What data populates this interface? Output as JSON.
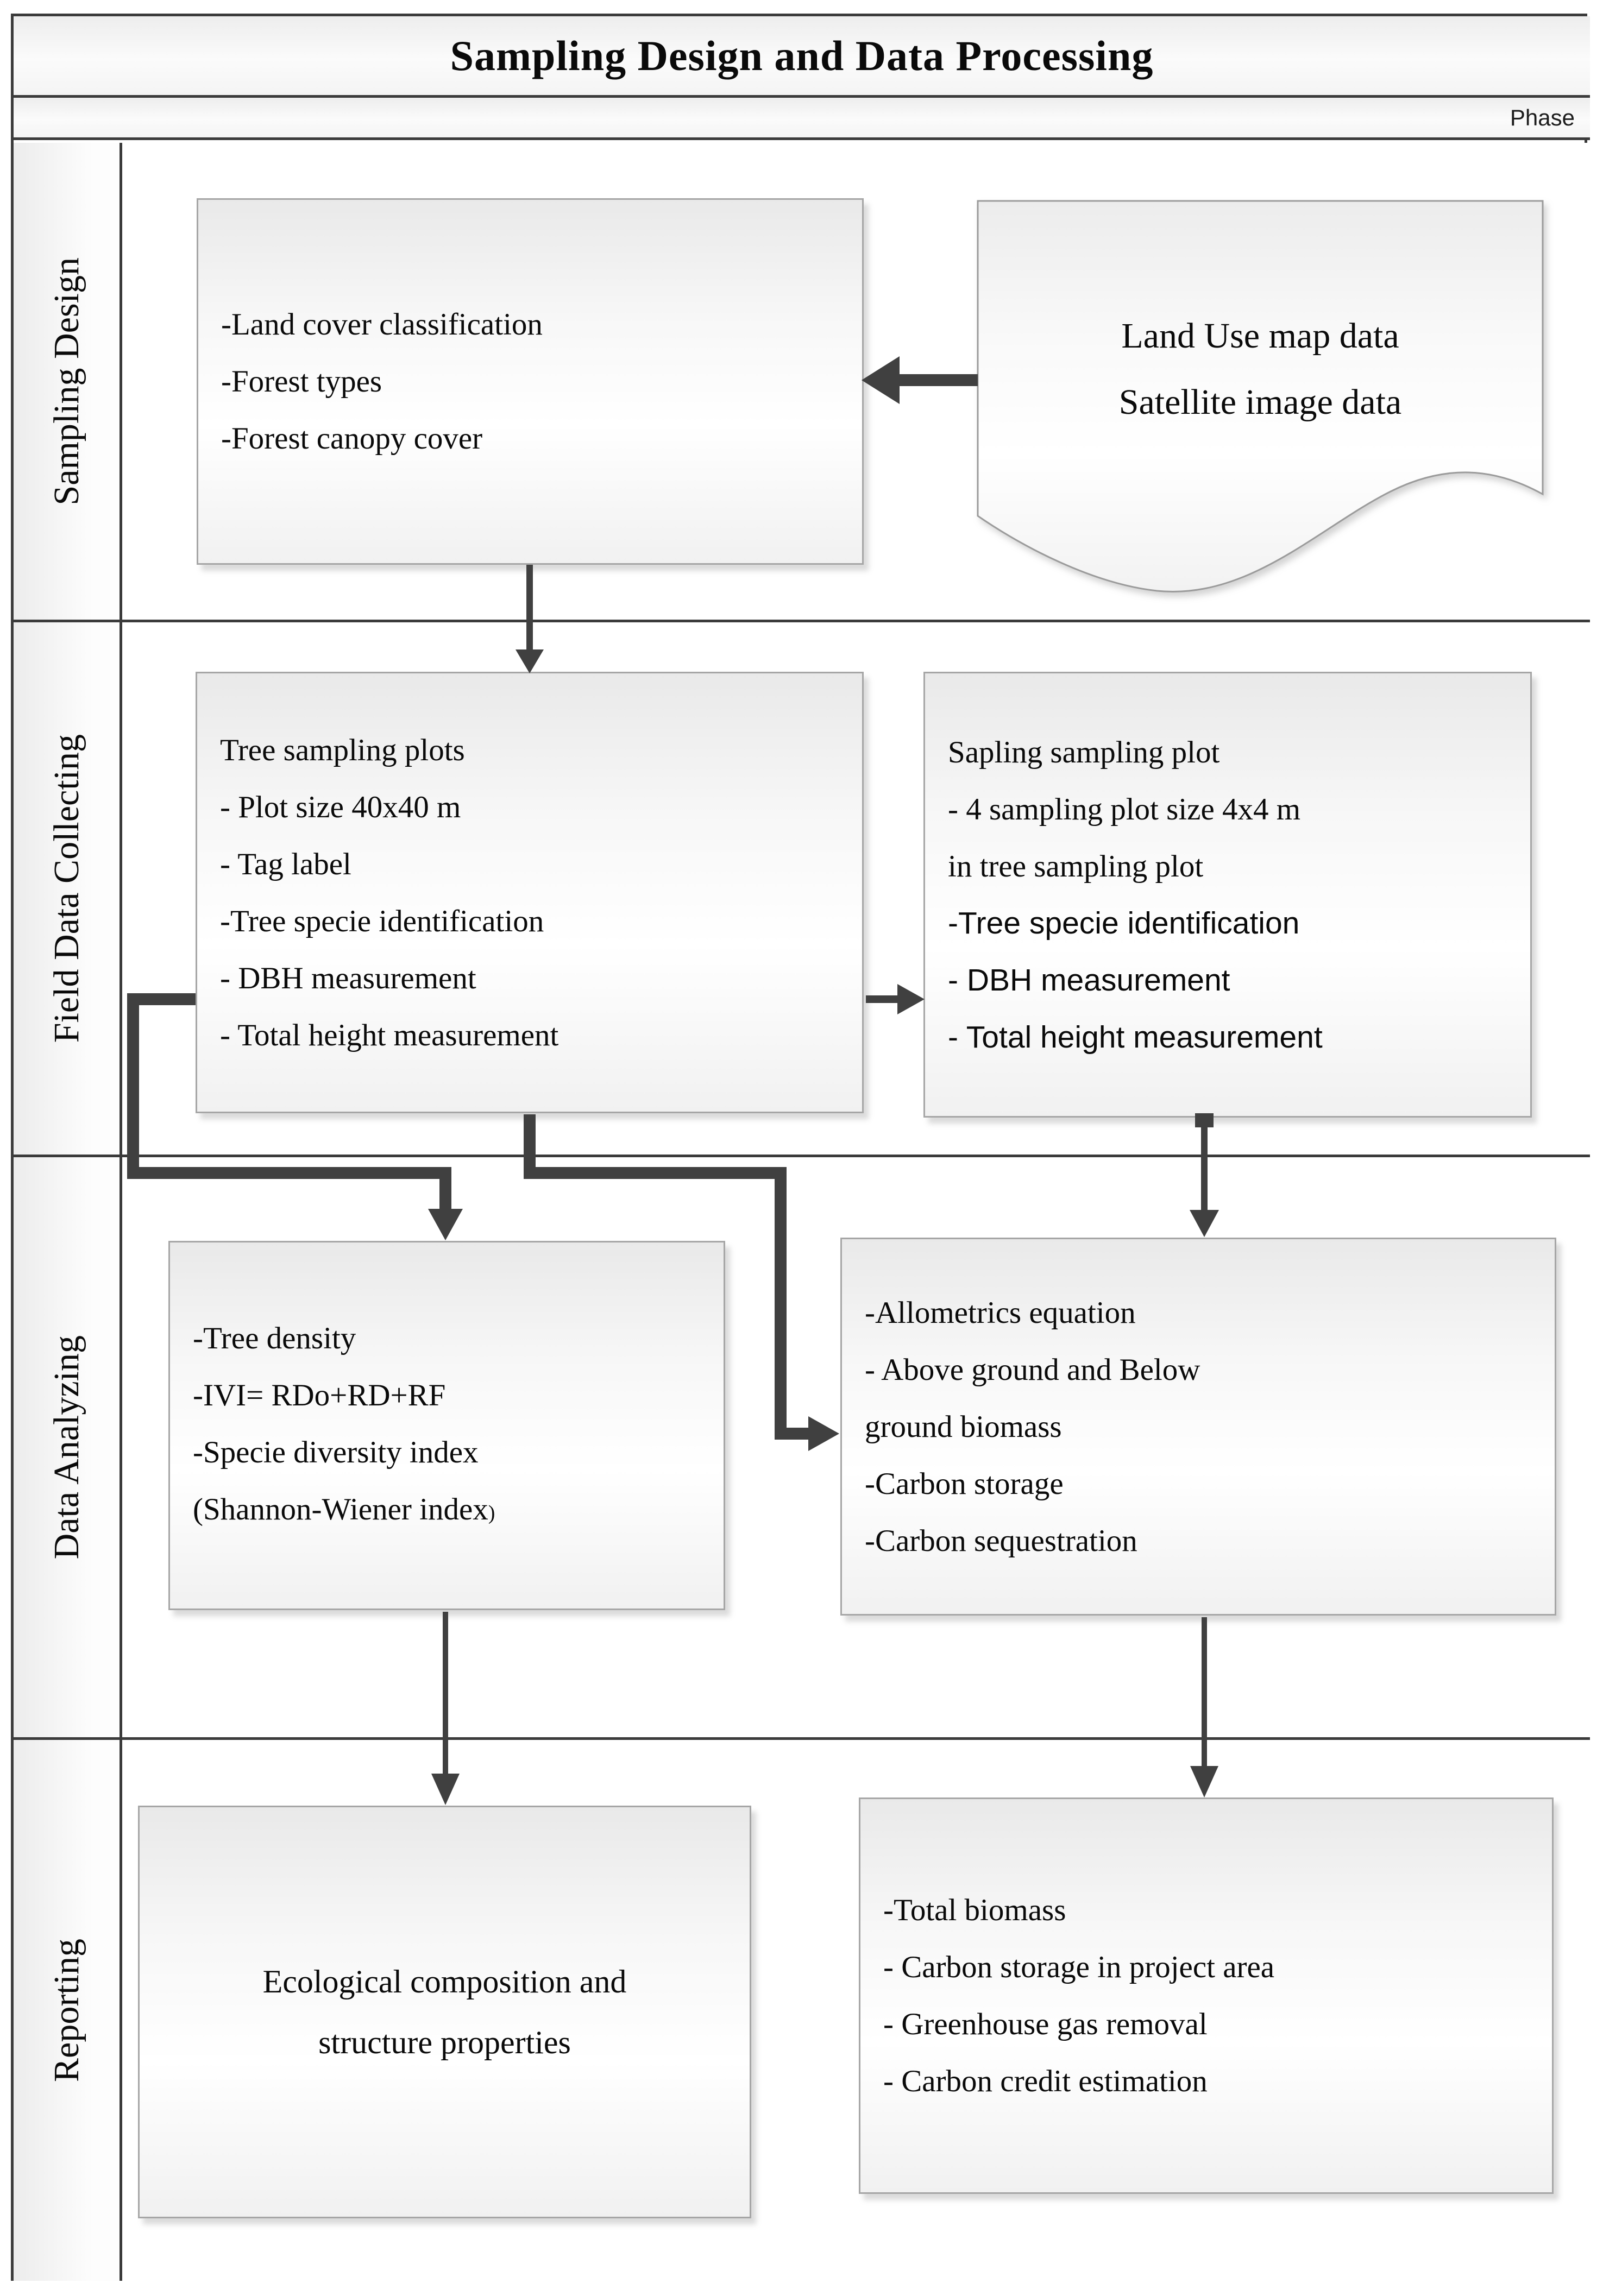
{
  "title": "Sampling Design and Data Processing",
  "phase": {
    "label": "Phase"
  },
  "lanes": [
    {
      "label": "Sampling Design"
    },
    {
      "label": "Field Data Collecting"
    },
    {
      "label": "Data Analyzing"
    },
    {
      "label": "Reporting"
    }
  ],
  "nodes": {
    "sampling_criteria": {
      "line1": "-Land cover classification",
      "line2": "-Forest types",
      "line3": "-Forest canopy cover"
    },
    "land_use_doc": {
      "line1": "Land Use map data",
      "line2": "Satellite image data"
    },
    "tree_plots": {
      "line1": "Tree sampling plots",
      "line2": "- Plot size 40x40 m",
      "line3": "- Tag label",
      "line4": "-Tree specie identification",
      "line5": "- DBH measurement",
      "line6": "- Total height measurement"
    },
    "sapling_plot": {
      "line1": "Sapling sampling plot",
      "line2": "- 4 sampling plot size 4x4 m",
      "line3": "in tree sampling plot",
      "line4": "-Tree specie identification",
      "line5": "- DBH measurement",
      "line6": "- Total height measurement"
    },
    "analysis_left": {
      "line1": "-Tree density",
      "line2": "-IVI= RDo+RD+RF",
      "line3": "-Specie diversity index",
      "line4": "(Shannon-Wiener index",
      "line4_suffix": ")"
    },
    "analysis_right": {
      "line1": "-Allometrics equation",
      "line2": "- Above ground and Below",
      "line3": "ground biomass",
      "line4": "-Carbon storage",
      "line5": "-Carbon sequestration"
    },
    "report_left": {
      "line1": "Ecological composition and",
      "line2": "structure properties"
    },
    "report_right": {
      "line1": "-Total biomass",
      "line2": "- Carbon storage in project area",
      "line3": "- Greenhouse gas removal",
      "line4": "- Carbon credit estimation"
    }
  },
  "colors": {
    "grid_border": "#3b3b3b",
    "box_border": "#a6a6a6",
    "connector": "#404040",
    "text": "#0a0a0a"
  }
}
